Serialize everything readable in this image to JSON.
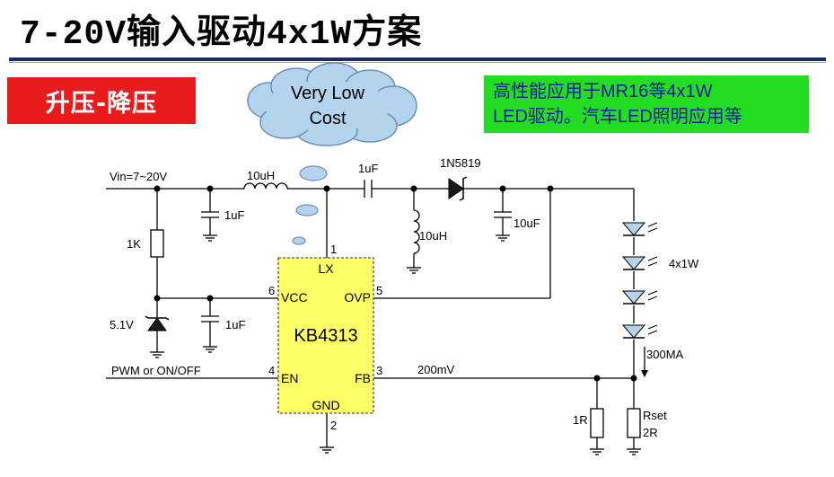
{
  "title": "7-20V输入驱动4x1W方案",
  "banner": "升压-降压",
  "cloud": {
    "line1": "Very Low",
    "line2": "Cost"
  },
  "note": {
    "line1": "高性能应用于MR16等4x1W",
    "line2": "LED驱动。汽车LED照明应用等"
  },
  "schematic": {
    "vin": "Vin=7~20V",
    "l1": "10uH",
    "c_in": "1uF",
    "c_couple": "1uF",
    "diode": "1N5819",
    "l2": "10uH",
    "c_out": "10uF",
    "r1": "1K",
    "zener": "5.1V",
    "c_vcc": "1uF",
    "pwm": "PWM or ON/OFF",
    "ic_name": "KB4313",
    "pins": {
      "lx": "LX",
      "lx_num": "1",
      "vcc": "VCC",
      "vcc_num": "6",
      "ovp": "OVP",
      "ovp_num": "5",
      "en": "EN",
      "en_num": "4",
      "fb": "FB",
      "fb_num": "3",
      "gnd": "GND",
      "gnd_num": "2"
    },
    "fb_voltage": "200mV",
    "leds": "4x1W",
    "current": "300MA",
    "r_one": "1R",
    "rset": "Rset",
    "rset_val": "2R"
  },
  "colors": {
    "banner": "#e81c1c",
    "note_bg": "#22dd22",
    "note_text": "#1a1aa0",
    "ic_fill": "#ffff66",
    "cloud_fill": "#b4d4ee",
    "rule": "#1f2a6b"
  }
}
